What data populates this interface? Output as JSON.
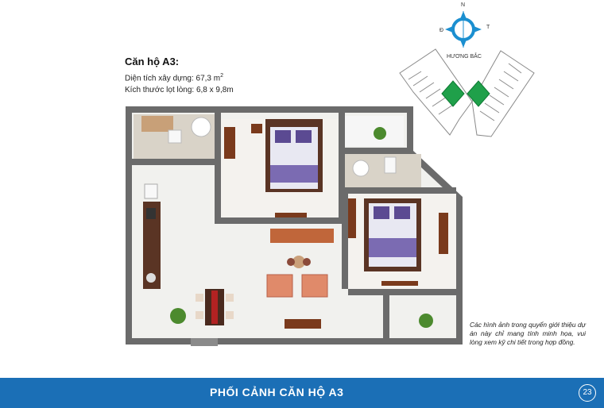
{
  "apartment": {
    "title": "Căn hộ A3:",
    "area_prefix": "Diện tích xây dựng: 67,3 m",
    "area_sup": "2",
    "dimensions": "Kích thước lọt lòng: 6,8 x 9,8m"
  },
  "compass": {
    "north": "N",
    "west": "Đ",
    "east": "T",
    "direction_label": "HƯƠNG BẮC"
  },
  "disclaimer": "Các hình ảnh trong quyển giới thiệu dự án này chỉ mang tính minh họa, vui lòng xem kỹ chi tiết trong hợp đồng.",
  "footer": {
    "title": "PHỐI CẢNH CĂN HỘ A3",
    "page_number": "23"
  },
  "colors": {
    "footer_bg": "#1b6fb6",
    "highlight_unit": "#1fa04a",
    "wall": "#6b6b6b",
    "floor": "#f1f1ee"
  }
}
